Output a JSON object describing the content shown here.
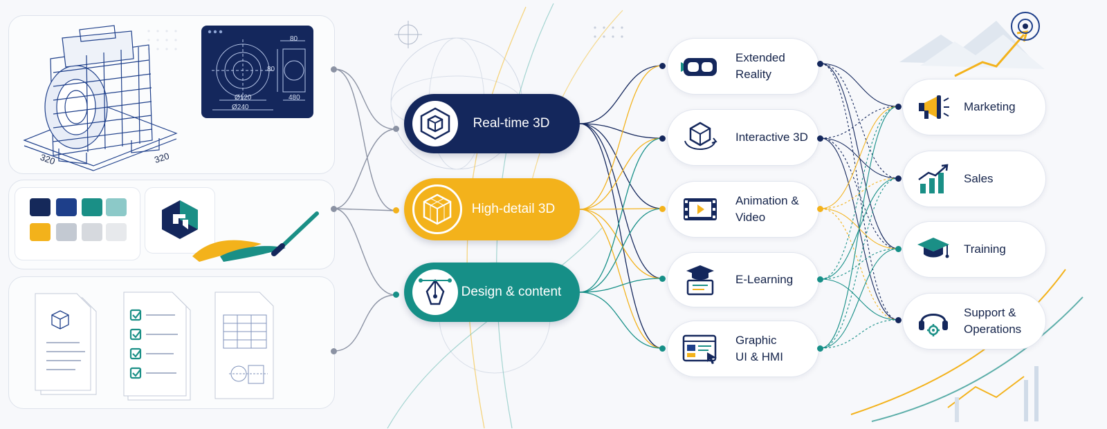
{
  "sources": {
    "model_dims": [
      "320",
      "320"
    ],
    "drawing_dims": [
      "80",
      "80",
      "Ø120",
      "Ø240",
      "480"
    ],
    "palette": [
      "#15295a",
      "#1e3f8a",
      "#1a8f86",
      "#8cc9c8",
      "#f3b21b",
      "#c3c9d2",
      "#d6d9de",
      "#e7e9ec"
    ]
  },
  "hubs": [
    {
      "id": "realtime",
      "label": "Real-time 3D",
      "color": "#14275c",
      "icon": "cube-icon"
    },
    {
      "id": "highdetail",
      "label": "High-detail 3D",
      "color": "#f3b21b",
      "icon": "mesh-cube-icon"
    },
    {
      "id": "design",
      "label": "Design & content",
      "color": "#168f87",
      "icon": "pen-nib-icon"
    }
  ],
  "outputs": [
    {
      "id": "xr",
      "label": "Extended\nReality",
      "icon": "vr-headset-icon"
    },
    {
      "id": "i3d",
      "label": "Interactive 3D",
      "icon": "rotating-cube-icon"
    },
    {
      "id": "anim",
      "label": "Animation &\nVideo",
      "icon": "video-film-icon"
    },
    {
      "id": "elearn",
      "label": "E-Learning",
      "icon": "graduation-laptop-icon"
    },
    {
      "id": "ui",
      "label": "Graphic\nUI & HMI",
      "icon": "ui-window-icon"
    }
  ],
  "targets": [
    {
      "id": "mkt",
      "label": "Marketing",
      "icon": "megaphone-icon"
    },
    {
      "id": "sales",
      "label": "Sales",
      "icon": "bar-growth-icon"
    },
    {
      "id": "train",
      "label": "Training",
      "icon": "mortarboard-icon"
    },
    {
      "id": "support",
      "label": "Support &\nOperations",
      "icon": "headset-gear-icon"
    }
  ],
  "colors": {
    "navy": "#14275c",
    "yellow": "#f3b21b",
    "teal": "#168f87",
    "wire_gray": "#8b92a3"
  }
}
